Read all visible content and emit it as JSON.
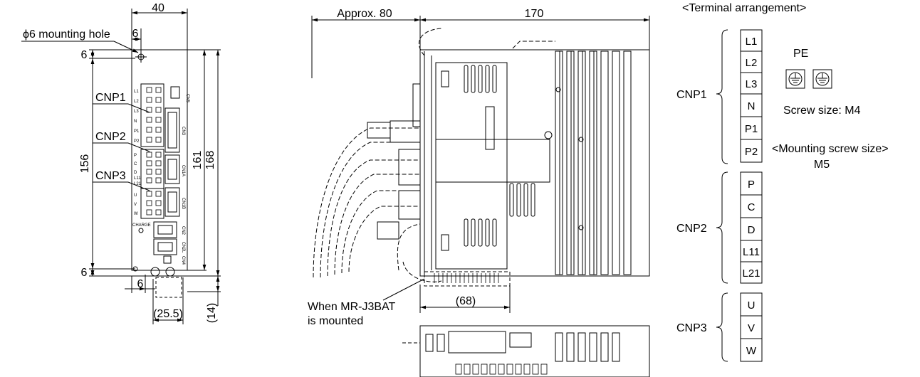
{
  "front_view": {
    "dim_width": "40",
    "mounting_hole_label": "ϕ6 mounting hole",
    "dim_hole_offset": "6",
    "dim_top_margin": "6",
    "dim_bottom_margin": "6",
    "dim_hole_pitch": "156",
    "dim_height_161": "161",
    "dim_height_168": "168",
    "dim_bottom_offset": "6",
    "dim_pe_pitch": "(25.5)",
    "dim_bottom_14": "(14)",
    "connector_labels": [
      "CNP1",
      "CNP2",
      "CNP3"
    ],
    "pin_labels": [
      "L1",
      "L2",
      "L3",
      "N",
      "P1",
      "P2",
      "P",
      "C",
      "D",
      "L11",
      "L21",
      "U",
      "V",
      "W"
    ],
    "cn_labels": [
      "CN5",
      "CN3",
      "CN1A",
      "CN1B",
      "CN2",
      "CN2L",
      "CN4"
    ],
    "charge_label": "CHARGE"
  },
  "side_view": {
    "dim_approx": "Approx. 80",
    "dim_depth": "170",
    "dim_68": "(68)",
    "battery_note_line1": "When MR-J3BAT",
    "battery_note_line2": "is mounted"
  },
  "terminal": {
    "title": "<Terminal arrangement>",
    "groups": [
      {
        "name": "CNP1",
        "pins": [
          "L1",
          "L2",
          "L3",
          "N",
          "P1",
          "P2"
        ]
      },
      {
        "name": "CNP2",
        "pins": [
          "P",
          "C",
          "D",
          "L11",
          "L21"
        ]
      },
      {
        "name": "CNP3",
        "pins": [
          "U",
          "V",
          "W"
        ]
      }
    ],
    "pe_label": "PE",
    "screw_size": "Screw size: M4",
    "mount_title": "<Mounting screw size>",
    "mount_value": "M5"
  }
}
